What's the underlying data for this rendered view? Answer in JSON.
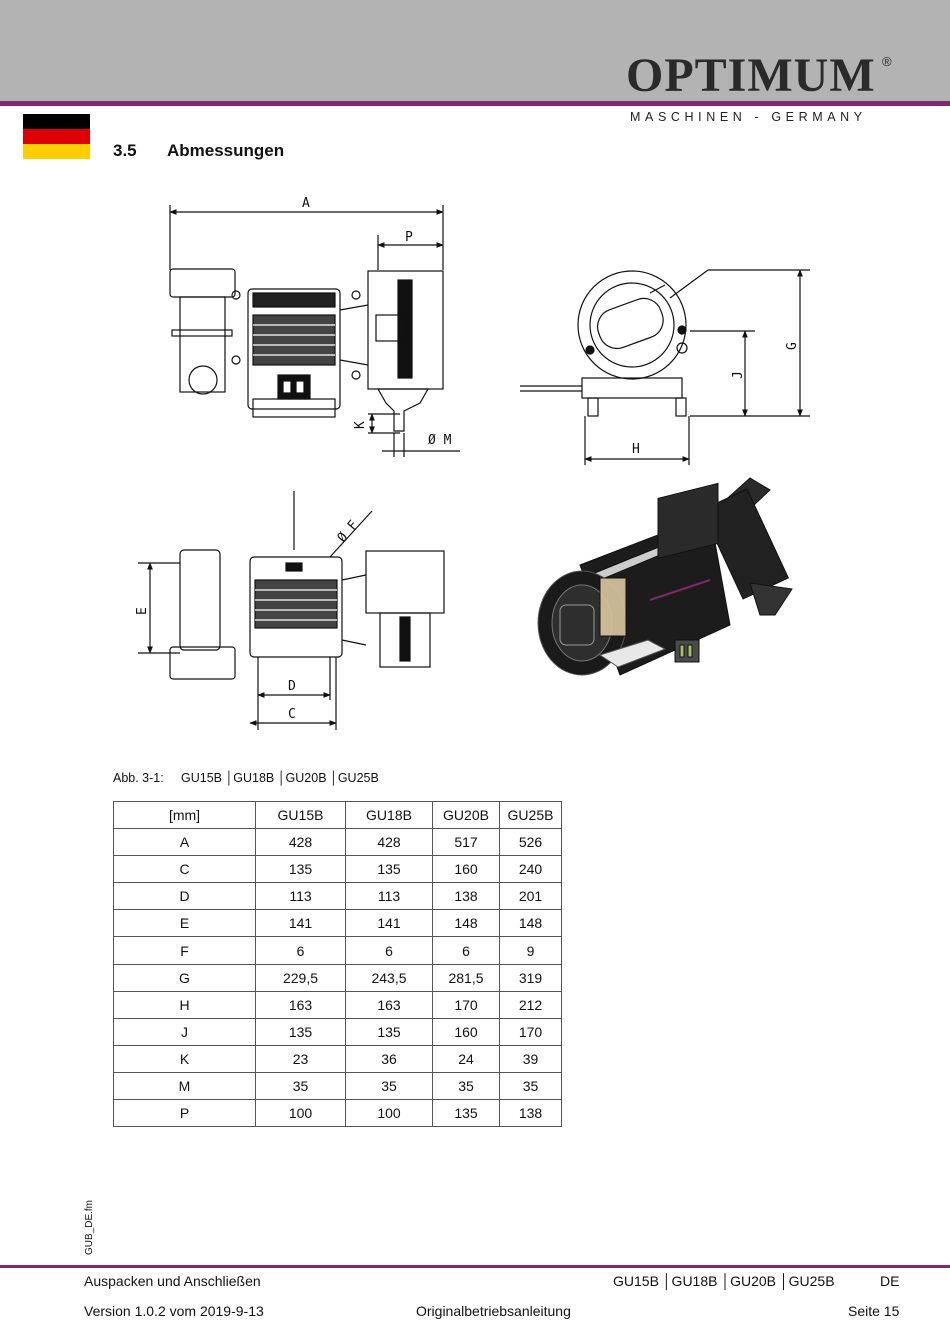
{
  "header": {
    "brand": "OPTIMUM",
    "registered": "®",
    "subtitle": "MASCHINEN - GERMANY"
  },
  "colors": {
    "accent": "#7d2a6e",
    "header_gray": "#b3b3b3",
    "flag": [
      "#000000",
      "#dd0000",
      "#ffce00"
    ]
  },
  "section": {
    "number": "3.5",
    "title": "Abmessungen"
  },
  "drawing_labels": {
    "A": "A",
    "P": "P",
    "K": "K",
    "M": "Ø M",
    "G": "G",
    "J": "J",
    "H": "H",
    "F": "Ø F",
    "E": "E",
    "D": "D",
    "C": "C"
  },
  "caption": {
    "label": "Abb. 3-1:",
    "models": "GU15B │GU18B │GU20B │GU25B"
  },
  "table": {
    "headers": [
      "[mm]",
      "GU15B",
      "GU18B",
      "GU20B",
      "GU25B"
    ],
    "rows": [
      [
        "A",
        "428",
        "428",
        "517",
        "526"
      ],
      [
        "C",
        "135",
        "135",
        "160",
        "240"
      ],
      [
        "D",
        "113",
        "113",
        "138",
        "201"
      ],
      [
        "E",
        "141",
        "141",
        "148",
        "148"
      ],
      [
        "F",
        "6",
        "6",
        "6",
        "9"
      ],
      [
        "G",
        "229,5",
        "243,5",
        "281,5",
        "319"
      ],
      [
        "H",
        "163",
        "163",
        "170",
        "212"
      ],
      [
        "J",
        "135",
        "135",
        "160",
        "170"
      ],
      [
        "K",
        "23",
        "36",
        "24",
        "39"
      ],
      [
        "M",
        "35",
        "35",
        "35",
        "35"
      ],
      [
        "P",
        "100",
        "100",
        "135",
        "138"
      ]
    ]
  },
  "sidefile": "GUB_DE.fm",
  "footer": {
    "chapter": "Auspacken und Anschließen",
    "models": "GU15B │GU18B │GU20B │GU25B",
    "lang": "DE",
    "version": "Version 1.0.2  vom 2019-9-13",
    "doc": "Originalbetriebsanleitung",
    "page": "Seite 15"
  }
}
